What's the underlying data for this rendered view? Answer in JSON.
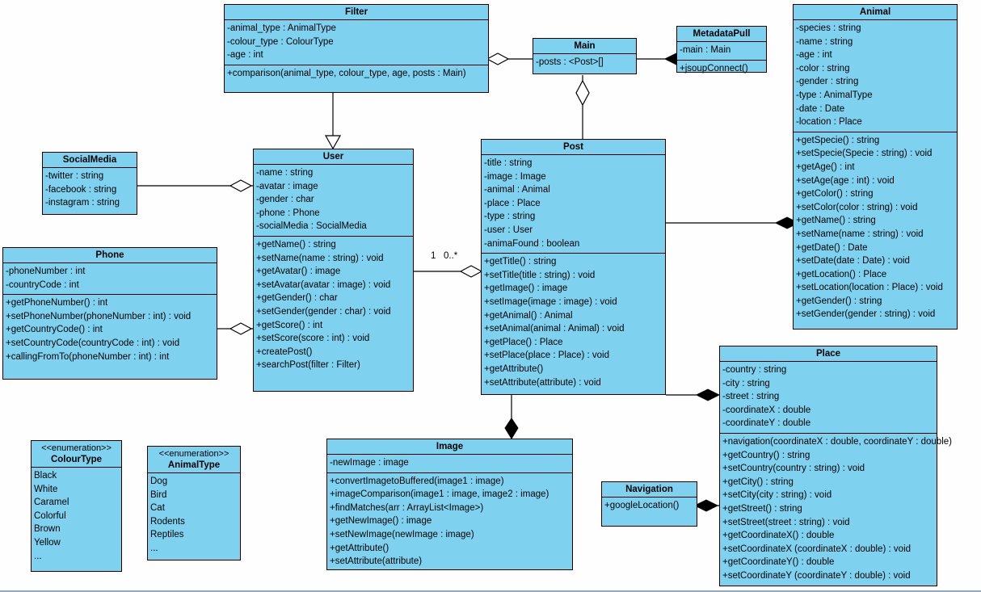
{
  "diagram": {
    "type": "uml-class-diagram",
    "fill_color": "#7ed2f0",
    "stroke_color": "#000000",
    "background": "#ffffff"
  },
  "classes": {
    "filter": {
      "name": "Filter",
      "attributes": [
        "-animal_type : AnimalType",
        "-colour_type : ColourType",
        "-age : int"
      ],
      "methods": [
        "+comparison(animal_type, colour_type, age, posts : Main)"
      ]
    },
    "main": {
      "name": "Main",
      "attributes": [
        "-posts : <Post>[]"
      ],
      "methods": []
    },
    "metadatapull": {
      "name": "MetadataPull",
      "attributes": [
        "-main : Main"
      ],
      "methods": [
        "+jsoupConnect()"
      ]
    },
    "animal": {
      "name": "Animal",
      "attributes": [
        "-species : string",
        "-name : string",
        "-age : int",
        "-color : string",
        "-gender : string",
        "-type : AnimalType",
        "-date : Date",
        "-location : Place"
      ],
      "methods": [
        "+getSpecie() : string",
        "+setSpecie(Specie : string) : void",
        "+getAge() : int",
        "+setAge(age : int) : void",
        "+getColor() : string",
        "+setColor(color : string) : void",
        "+getName() : string",
        "+setName(name : string) : void",
        "+getDate() : Date",
        "+setDate(date : Date) : void",
        "+getLocation() : Place",
        "+setLocation(location : Place) : void",
        "+getGender() : string",
        "+setGender(gender : string) : void"
      ]
    },
    "socialmedia": {
      "name": "SocialMedia",
      "attributes": [
        "-twitter : string",
        "-facebook : string",
        "-instagram : string"
      ],
      "methods": []
    },
    "user": {
      "name": "User",
      "attributes": [
        "-name : string",
        "-avatar : image",
        "-gender : char",
        "-phone : Phone",
        "-socialMedia : SocialMedia"
      ],
      "methods": [
        "+getName() : string",
        "+setName(name : string) : void",
        "+getAvatar() : image",
        "+setAvatar(avatar : image) : void",
        "+getGender() : char",
        "+setGender(gender : char) : void",
        "+getScore() : int",
        "+setScore(score : int) : void",
        "+createPost()",
        "+searchPost(filter : Filter)"
      ]
    },
    "post": {
      "name": "Post",
      "attributes": [
        "-title : string",
        "-image : Image",
        "-animal : Animal",
        "-place : Place",
        "-type : string",
        "-user : User",
        "-animaFound : boolean"
      ],
      "methods": [
        "+getTitle() : string",
        "+setTitle(title : string) : void",
        "+getImage() : image",
        "+setImage(image : image) : void",
        "+getAnimal() : Animal",
        "+setAnimal(animal : Animal) : void",
        "+getPlace() : Place",
        "+setPlace(place : Place) : void",
        "+getAttribute()",
        "+setAttribute(attribute) : void"
      ]
    },
    "phone": {
      "name": "Phone",
      "attributes": [
        "-phoneNumber : int",
        "-countryCode : int"
      ],
      "methods": [
        "+getPhoneNumber() : int",
        "+setPhoneNumber(phoneNumber : int) : void",
        "+getCountryCode() : int",
        "+setCountryCode(countryCode : int) : void",
        "+callingFromTo(phoneNumber : int) : int"
      ]
    },
    "place": {
      "name": "Place",
      "attributes": [
        "-country : string",
        "-city : string",
        "-street : string",
        "-coordinateX : double",
        "-coordinateY : double"
      ],
      "methods": [
        "+navigation(coordinateX : double, coordinateY : double)",
        "+getCountry() : string",
        "+setCountry(country : string) : void",
        "+getCity() : string",
        "+setCity(city : string) : void",
        "+getStreet() : string",
        "+setStreet(street : string) : void",
        "+getCoordinateX() : double",
        "+setCoordinateX (coordinateX : double) : void",
        "+getCoordinateY() : double",
        "+setCoordinateY (coordinateY : double) : void"
      ]
    },
    "image": {
      "name": "Image",
      "attributes": [
        "-newImage : image"
      ],
      "methods": [
        "+convertImagetoBuffered(image1 : image)",
        "+imageComparison(image1 : image, image2 : image)",
        "+findMatches(arr : ArrayList<Image>)",
        "+getNewImage() : image",
        "+setNewImage(newImage : image)",
        "+getAttribute()",
        "+setAttribute(attribute)"
      ]
    },
    "navigation": {
      "name": "Navigation",
      "attributes": [],
      "methods": [
        "+googleLocation()"
      ]
    },
    "colourtype": {
      "stereotype": "<<enumeration>>",
      "name": "ColourType",
      "literals": [
        "Black",
        "White",
        "Caramel",
        "Colorful",
        "Brown",
        "Yellow",
        "..."
      ]
    },
    "animaltype": {
      "stereotype": "<<enumeration>>",
      "name": "AnimalType",
      "literals": [
        "Dog",
        "Bird",
        "Cat",
        "Rodents",
        "Reptiles",
        "..."
      ]
    }
  },
  "multiplicities": {
    "user_post_source": "1",
    "user_post_target": "0..*"
  }
}
